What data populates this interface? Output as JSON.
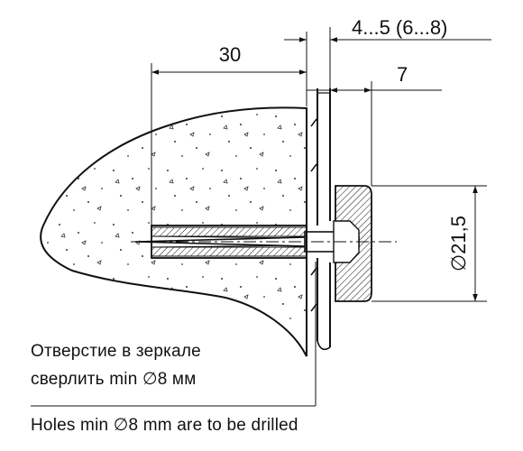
{
  "dimensions": {
    "width_30": "30",
    "gap": "4...5 (6...8)",
    "offset_7": "7",
    "diameter": "∅21,5"
  },
  "notes": {
    "ru_line1": "Отверстие в зеркале",
    "ru_line2": "сверлить min ∅8 мм",
    "en_line": "Holes min ∅8 mm are to be drilled"
  },
  "colors": {
    "line": "#111111",
    "background": "#ffffff"
  }
}
